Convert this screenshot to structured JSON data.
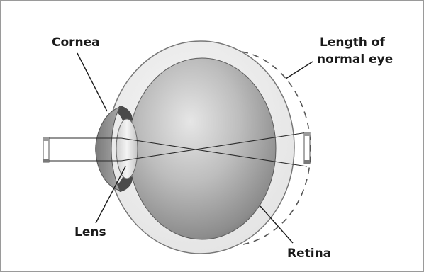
{
  "labels": {
    "cornea": "Cornea",
    "lens": "Lens",
    "retina": "Retina",
    "normal_eye_line1": "Length of",
    "normal_eye_line2": "normal eye"
  }
}
